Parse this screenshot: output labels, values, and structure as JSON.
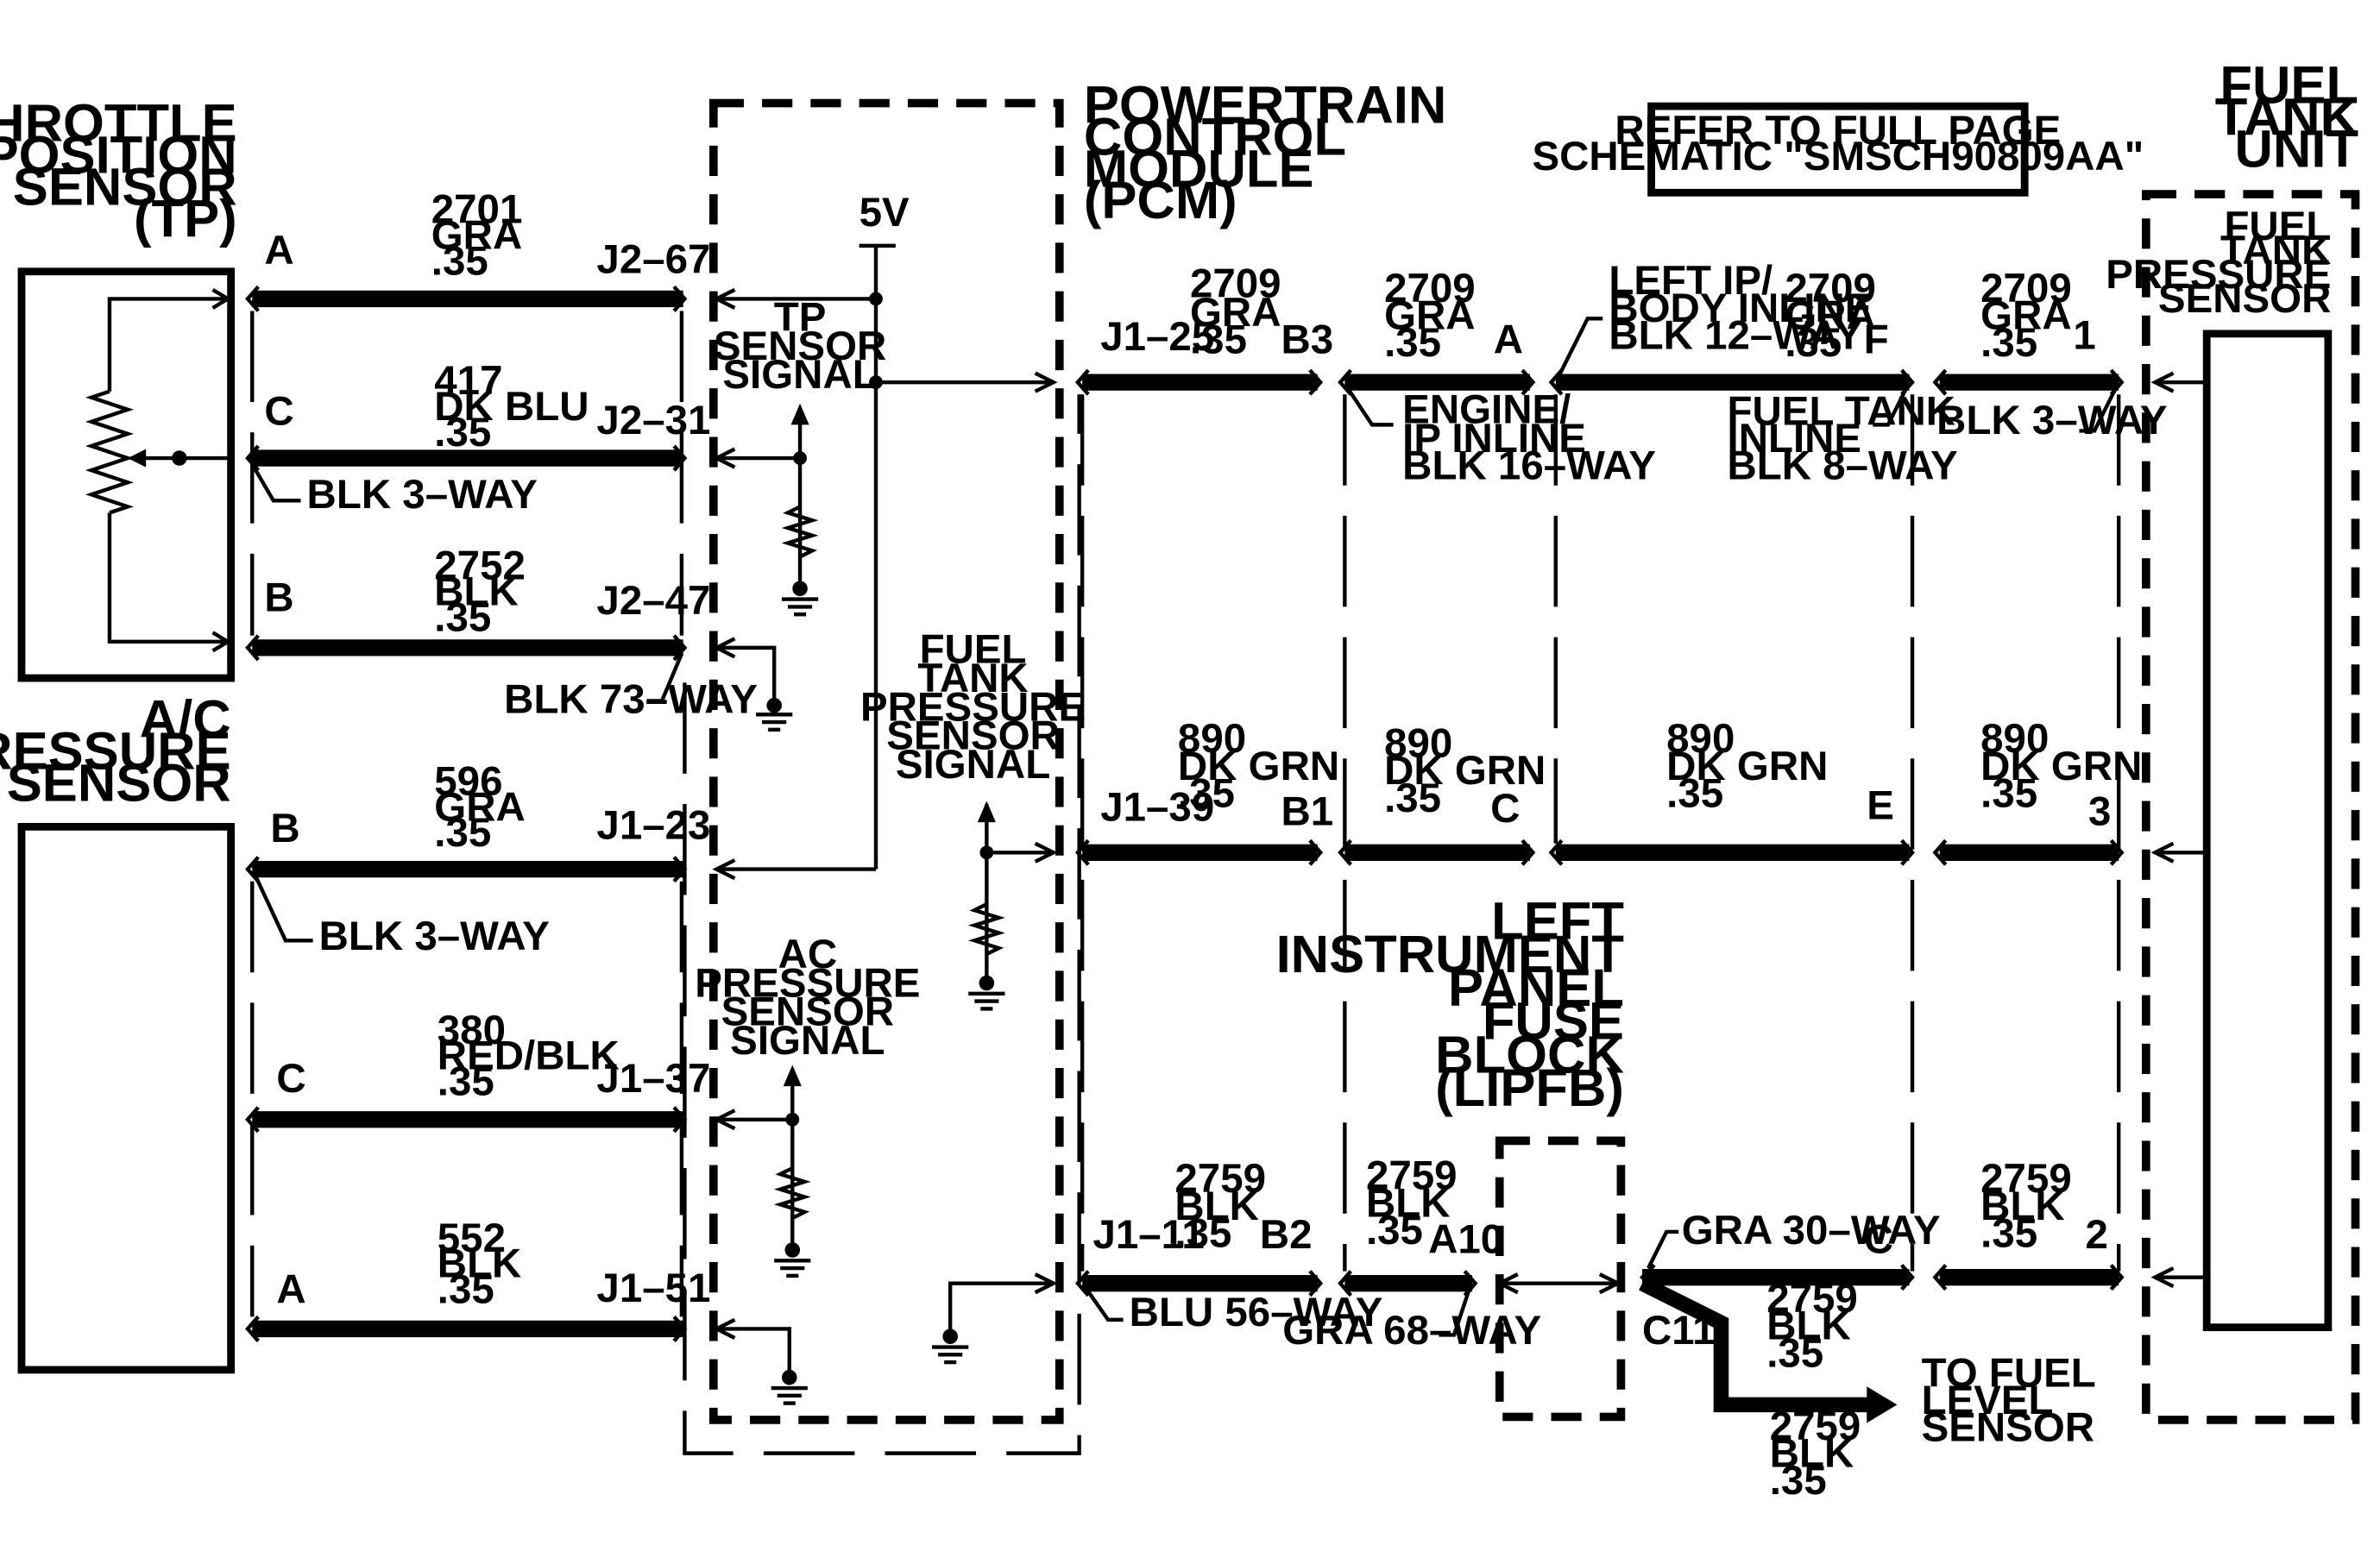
{
  "components": {
    "tp_sensor": "THROTTLE POSITION SENSOR (TP)",
    "tp_sensor_lines": [
      "THROTTLE",
      "POSITION",
      "SENSOR",
      "(TP)"
    ],
    "ac_sensor_lines": [
      "A/C",
      "PRESSURE",
      "SENSOR"
    ],
    "pcm_lines": [
      "POWERTRAIN",
      "CONTROL",
      "MODULE",
      "(PCM)"
    ],
    "fuel_tank_unit_lines": [
      "FUEL",
      "TANK",
      "UNIT"
    ],
    "fuel_tank_sensor_lines": [
      "FUEL",
      "TANK",
      "PRESSURE",
      "SENSOR"
    ],
    "lipfb_lines": [
      "LEFT",
      "INSTRUMENT",
      "PANEL",
      "FUSE",
      "BLOCK",
      "(LIPFB)"
    ],
    "reference_lines": [
      "REFER TO FULL PAGE",
      "SCHEMATIC \"SMSCH90809AA\""
    ]
  },
  "internal_labels": {
    "supply": "5V",
    "tp_signal": [
      "TP",
      "SENSOR",
      "SIGNAL"
    ],
    "fuel_signal": [
      "FUEL",
      "TANK",
      "PRESSURE",
      "SENSOR",
      "SIGNAL"
    ],
    "ac_signal": [
      "AC",
      "PRESSURE",
      "SENSOR",
      "SIGNAL"
    ]
  },
  "left_wires": [
    {
      "pin": "A",
      "circuit": "2701",
      "color": "GRA",
      "gauge": ".35",
      "pcm_pin": "J2–67"
    },
    {
      "pin": "C",
      "circuit": "417",
      "color": "DK BLU",
      "gauge": ".35",
      "pcm_pin": "J2–31"
    },
    {
      "pin": "B",
      "circuit": "2752",
      "color": "BLK",
      "gauge": ".35",
      "pcm_pin": "J2–47"
    },
    {
      "pin": "B",
      "circuit": "596",
      "color": "GRA",
      "gauge": ".35",
      "pcm_pin": "J1–23"
    },
    {
      "pin": "C",
      "circuit": "380",
      "color": "RED/BLK",
      "gauge": ".35",
      "pcm_pin": "J1–37"
    },
    {
      "pin": "A",
      "circuit": "552",
      "color": "BLK",
      "gauge": ".35",
      "pcm_pin": "J1–51"
    }
  ],
  "connector_labels": {
    "tp_conn": "BLK 3–WAY",
    "pcm_j2": "BLK 73–WAY",
    "ac_conn": "BLK 3–WAY",
    "pcm_j1": "BLU 56–WAY",
    "engine_ip": [
      "ENGINE/",
      "IP INLINE",
      "BLK 16–WAY"
    ],
    "left_ip_body": [
      "LEFT IP/",
      "BODY INLINE",
      "BLK 12–WAY"
    ],
    "fuel_tank_inline": [
      "FUEL TANK",
      "INLINE",
      "BLK 8–WAY"
    ],
    "sensor_conn": "BLK 3–WAY",
    "gra68": "GRA 68–WAY",
    "gra30": "GRA 30–WAY",
    "splice": "C11"
  },
  "row1": {
    "seg1": {
      "left": "J1–25",
      "circuit": "2709",
      "color": "GRA",
      "gauge": ".35",
      "right": "B3"
    },
    "seg2": {
      "circuit": "2709",
      "color": "GRA",
      "gauge": ".35",
      "right": "A"
    },
    "seg3": {
      "circuit": "2709",
      "color": "GRA",
      "gauge": ".35",
      "right": "F"
    },
    "seg4": {
      "circuit": "2709",
      "color": "GRA",
      "gauge": ".35",
      "right": "1"
    }
  },
  "row2": {
    "seg1": {
      "left": "J1–39",
      "circuit": "890",
      "color": "DK GRN",
      "gauge": ".35",
      "right": "B1"
    },
    "seg2": {
      "circuit": "890",
      "color": "DK GRN",
      "gauge": ".35",
      "right": "C"
    },
    "seg3": {
      "circuit": "890",
      "color": "DK GRN",
      "gauge": ".35",
      "right": "E"
    },
    "seg4": {
      "circuit": "890",
      "color": "DK GRN",
      "gauge": ".35",
      "right": "3"
    }
  },
  "row3": {
    "seg1": {
      "left": "J1–11",
      "circuit": "2759",
      "color": "BLK",
      "gauge": ".35",
      "right": "B2"
    },
    "seg2": {
      "circuit": "2759",
      "color": "BLK",
      "gauge": ".35",
      "right": "A10"
    },
    "seg4": {
      "circuit": "2759",
      "color": "BLK",
      "gauge": ".35",
      "right": "2"
    },
    "seg3_right": "C",
    "branch1": {
      "circuit": "2759",
      "color": "BLK",
      "gauge": ".35"
    },
    "branch2": {
      "circuit": "2759",
      "color": "BLK",
      "gauge": ".35"
    },
    "destination": [
      "TO FUEL",
      "LEVEL",
      "SENSOR"
    ]
  }
}
